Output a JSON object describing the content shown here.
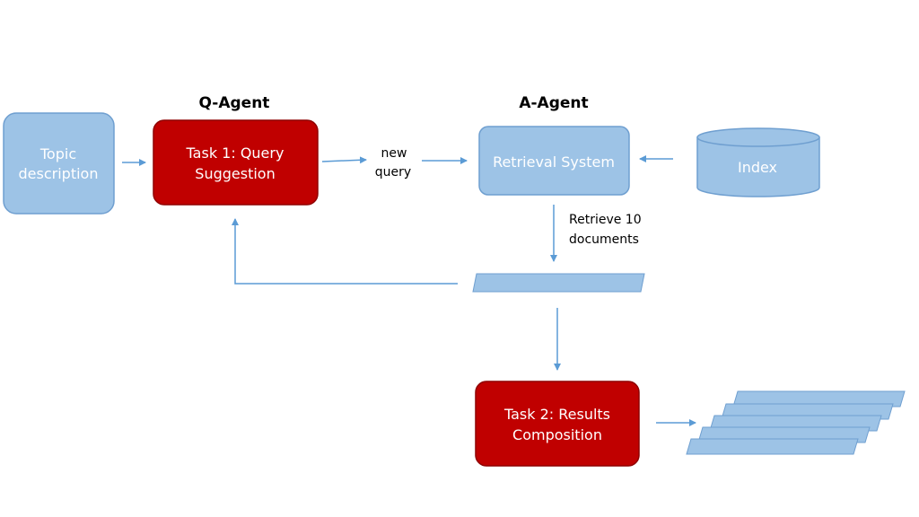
{
  "titles": {
    "q_agent": "Q-Agent",
    "a_agent": "A-Agent"
  },
  "nodes": {
    "topic": {
      "line1": "Topic",
      "line2": "description"
    },
    "task1": {
      "line1": "Task 1: Query",
      "line2": "Suggestion"
    },
    "retrieval": {
      "label": "Retrieval System"
    },
    "index": {
      "label": "Index"
    },
    "task2": {
      "line1": "Task 2: Results",
      "line2": "Composition"
    }
  },
  "edge_labels": {
    "new_query": {
      "line1": "new",
      "line2": "query"
    },
    "retrieve": {
      "line1": "Retrieve 10",
      "line2": "documents"
    }
  },
  "colors": {
    "light_blue_fill": "#9dc3e6",
    "light_blue_stroke": "#6f9fd0",
    "red_fill": "#c00000",
    "red_stroke": "#8f0000",
    "arrow": "#5b9bd5",
    "white_text": "#ffffff"
  }
}
